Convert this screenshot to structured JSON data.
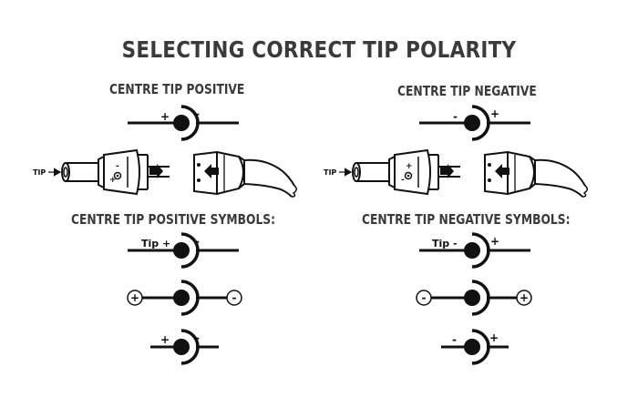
{
  "title": "SELECTING CORRECT TIP POLARITY",
  "left": {
    "heading": "CENTRE TIP POSITIVE",
    "symbols_heading": "CENTRE TIP POSITIVE SYMBOLS:",
    "main_left_sign": "+",
    "main_right_sign": "-",
    "tip_label": "TIP",
    "plug_top_sign": "-",
    "plug_bottom_sign": "+",
    "sym1_label": "Tip +",
    "sym1_right_sign": "-",
    "sym2_left_sign": "+",
    "sym2_right_sign": "-",
    "sym3_left_sign": "+",
    "sym3_right_sign": "-"
  },
  "right": {
    "heading": "CENTRE TIP NEGATIVE",
    "symbols_heading": "CENTRE TIP NEGATIVE SYMBOLS:",
    "main_left_sign": "-",
    "main_right_sign": "+",
    "tip_label": "TIP",
    "plug_top_sign": "+",
    "plug_bottom_sign": "-",
    "sym1_label": "Tip -",
    "sym1_right_sign": "+",
    "sym2_left_sign": "-",
    "sym2_right_sign": "+",
    "sym3_left_sign": "-",
    "sym3_right_sign": "+"
  }
}
